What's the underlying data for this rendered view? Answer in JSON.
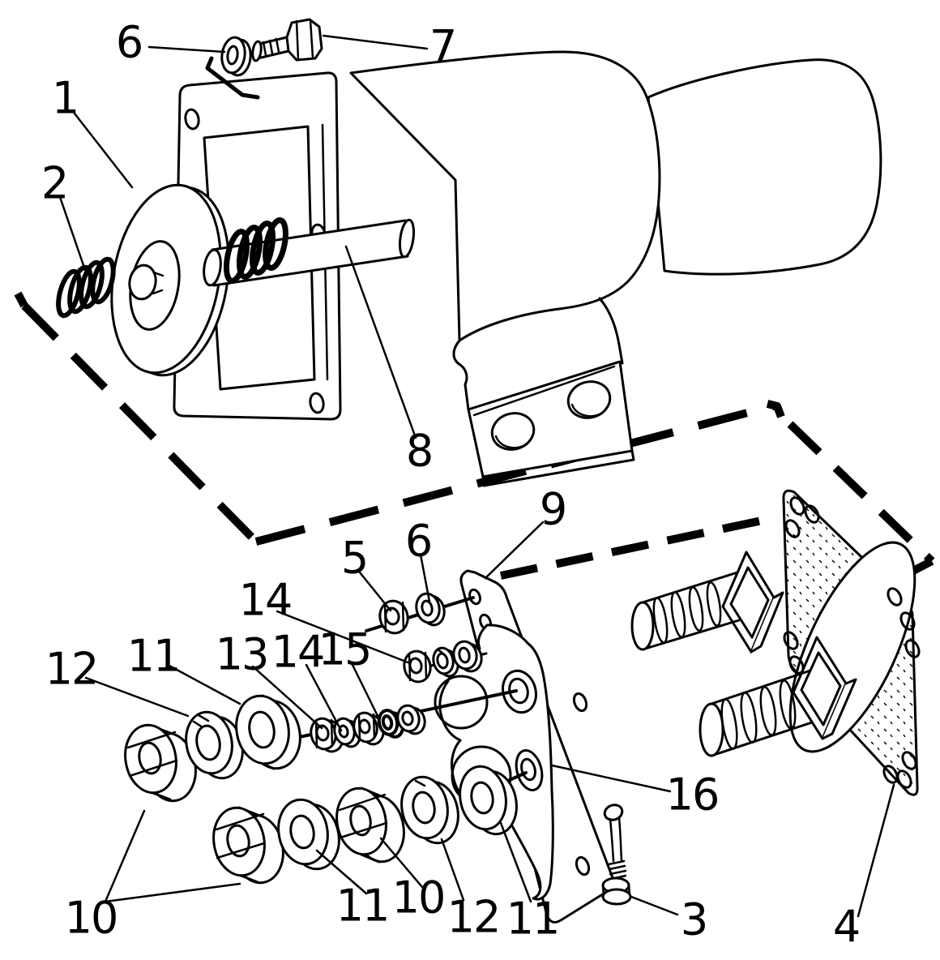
{
  "diagram": {
    "kind": "exploded-parts-line-drawing",
    "background_color": "#ffffff",
    "ink_color": "#000000",
    "callouts": [
      {
        "id": "part-1",
        "text": "1"
      },
      {
        "id": "part-2",
        "text": "2"
      },
      {
        "id": "part-3",
        "text": "3"
      },
      {
        "id": "part-4",
        "text": "4"
      },
      {
        "id": "part-5",
        "text": "5"
      },
      {
        "id": "part-6-top",
        "text": "6"
      },
      {
        "id": "part-6-lower",
        "text": "6"
      },
      {
        "id": "part-7",
        "text": "7"
      },
      {
        "id": "part-8",
        "text": "8"
      },
      {
        "id": "part-9",
        "text": "9"
      },
      {
        "id": "part-10-lower-left",
        "text": "10"
      },
      {
        "id": "part-10-lower-mid",
        "text": "10"
      },
      {
        "id": "part-11-upper",
        "text": "11"
      },
      {
        "id": "part-11-lower-left",
        "text": "11"
      },
      {
        "id": "part-11-lower-right",
        "text": "11"
      },
      {
        "id": "part-12-upper",
        "text": "12"
      },
      {
        "id": "part-12-lower",
        "text": "12"
      },
      {
        "id": "part-13",
        "text": "13"
      },
      {
        "id": "part-14-upper",
        "text": "14"
      },
      {
        "id": "part-14-row",
        "text": "14"
      },
      {
        "id": "part-15",
        "text": "15"
      },
      {
        "id": "part-16",
        "text": "16"
      }
    ]
  }
}
